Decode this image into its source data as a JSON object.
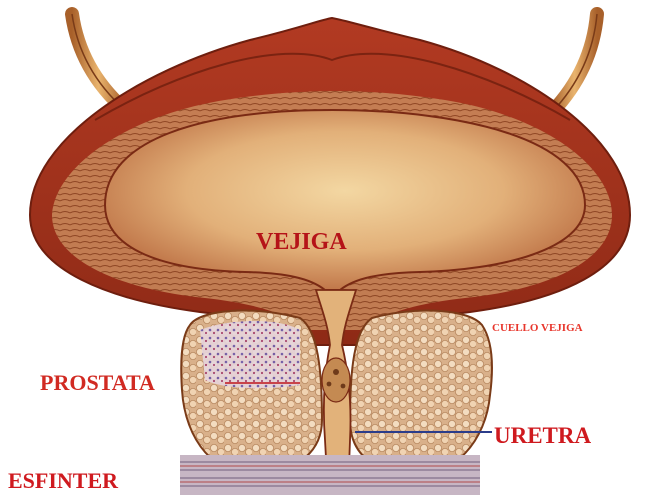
{
  "diagram": {
    "labels": {
      "vejiga": "VEJIGA",
      "cuello_vejiga": "CUELLO VEJIGA",
      "prostata": "PROSTATA",
      "uretra": "URETRA",
      "esfinter": "ESFINTER"
    },
    "colors": {
      "label_red": "#c0161c",
      "bladder_wall": "#a8321e",
      "bladder_inner": "#e2b27a",
      "prostate_tissue": "#e8c9a6",
      "pointer_line": "#2b3c8a"
    }
  }
}
